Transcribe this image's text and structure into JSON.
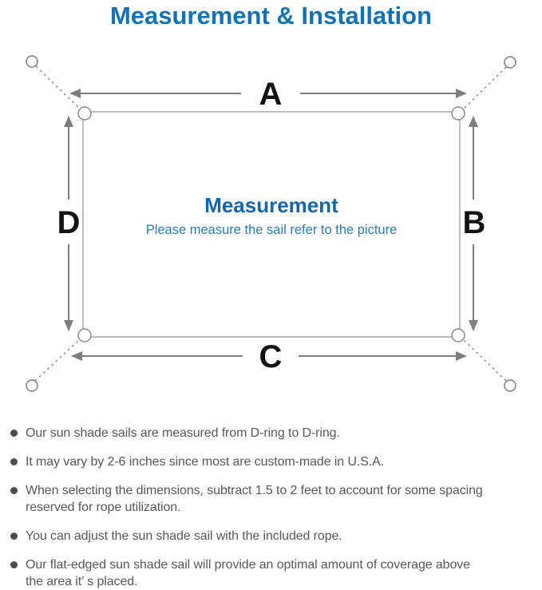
{
  "title": "Measurement & Installation",
  "colors": {
    "title_blue": "#1272b9",
    "heading_blue": "#1565ad",
    "subheading_blue": "#2c7ab7",
    "text_gray": "#57585a",
    "bullet_gray": "#4c4c4c",
    "line_gray": "#8a8a8a",
    "arrow_gray": "#7e7e7e"
  },
  "diagram": {
    "heading": "Measurement",
    "subheading": "Please measure the sail refer to the picture",
    "labels": {
      "a": "A",
      "b": "B",
      "c": "C",
      "d": "D"
    }
  },
  "bullets": [
    "Our sun shade sails are measured from D-ring to D-ring.",
    "It may vary by 2-6 inches since most are custom-made in U.S.A.",
    "When selecting the dimensions, subtract 1.5 to 2 feet to account for some spacing\nreserved for rope utilization.",
    "You can adjust the sun shade sail with the included rope.",
    "Our flat-edged sun shade sail will provide an optimal amount of coverage above\nthe area it’ s placed."
  ]
}
